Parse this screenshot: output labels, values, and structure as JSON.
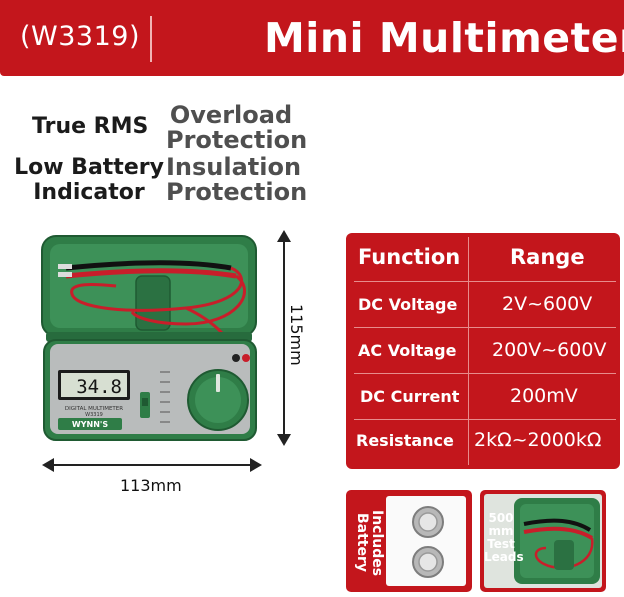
{
  "header": {
    "model_code": "(W3319)",
    "title": "Mini Multimeter"
  },
  "features": {
    "true_rms": "True RMS",
    "overload_line1": "Overload",
    "overload_line2": "Protection",
    "low_battery_line1": "Low Battery",
    "low_battery_line2": "Indicator",
    "insulation_line1": "Insulation",
    "insulation_line2": "Protection"
  },
  "dimensions": {
    "height_label": "115mm",
    "width_label": "113mm"
  },
  "device": {
    "display_value": "34.8",
    "label": "DIGITAL MULTIMETER",
    "model": "W3319",
    "brand": "WYNN'S"
  },
  "spec_table": {
    "header_function": "Function",
    "header_range": "Range",
    "rows": [
      {
        "function": "DC Voltage",
        "range": "2V~600V"
      },
      {
        "function": "AC Voltage",
        "range": "200V~600V"
      },
      {
        "function": "DC Current",
        "range": "200mV"
      },
      {
        "function": "Resistance",
        "range": "2kΩ~2000kΩ"
      }
    ]
  },
  "bottom": {
    "battery_line1": "Includes",
    "battery_line2": "Battery",
    "leads_line1": "500",
    "leads_line2": "mm",
    "leads_line3": "Test",
    "leads_line4": "Leads"
  },
  "colors": {
    "brand_red": "#c3161c",
    "case_green": "#2f7d47",
    "panel_grey": "#b9bcbc"
  }
}
